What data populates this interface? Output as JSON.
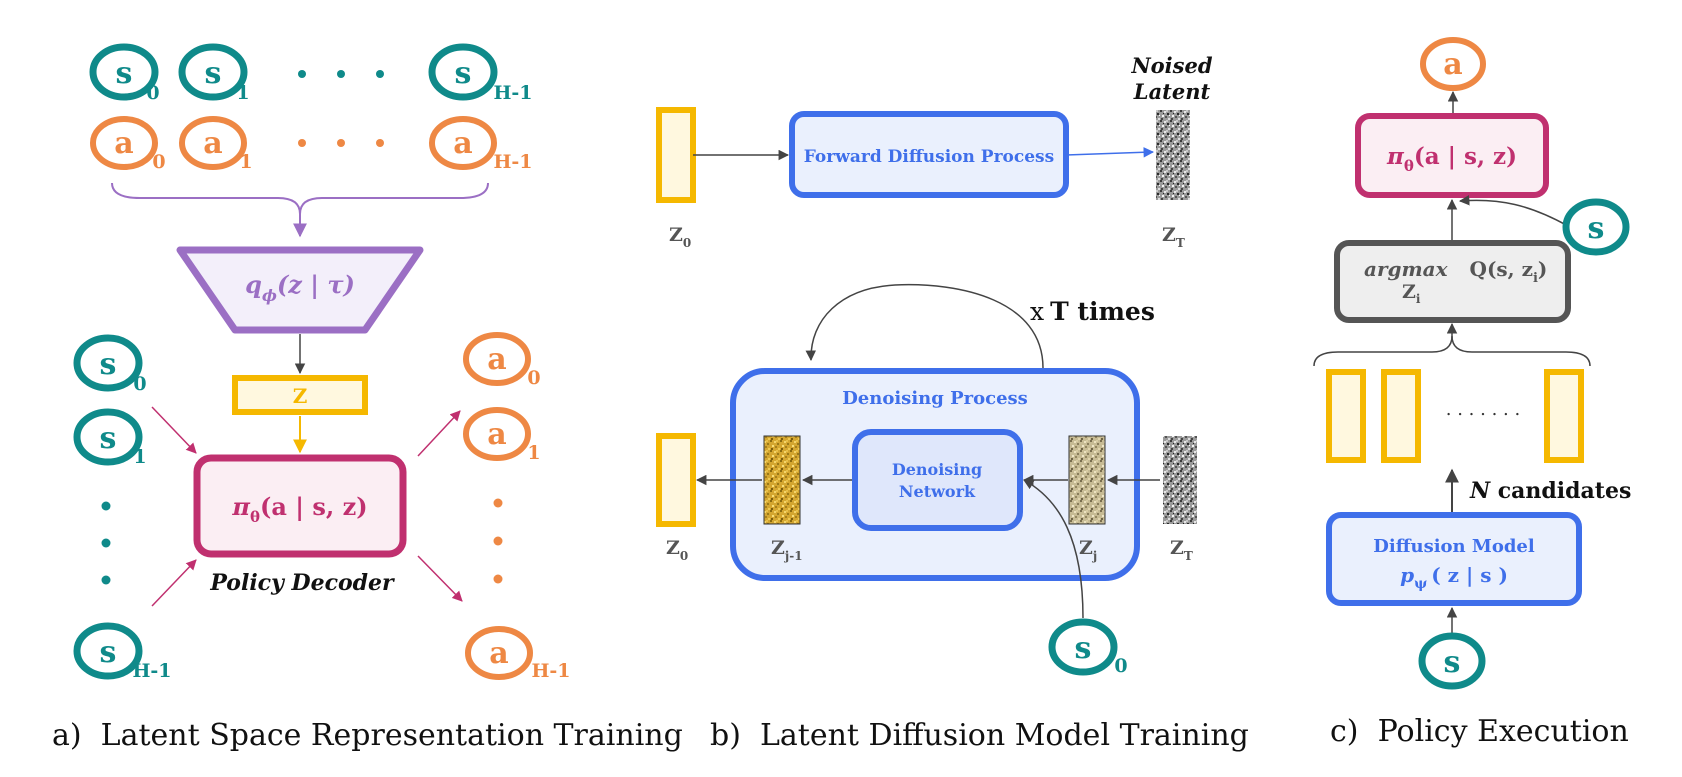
{
  "panel_a": {
    "state_letter": "s",
    "action_letter": "a",
    "sub_0": "0",
    "sub_1": "1",
    "sub_last": "H-1",
    "encoder": {
      "q": "q",
      "phi": "ϕ",
      "args": "(z | τ)"
    },
    "latent": "Z",
    "policy": {
      "pi": "π",
      "theta": "θ",
      "args": "(a | s, z)"
    },
    "decoder_label": "Policy Decoder",
    "caption": "a)  Latent Space Representation Training"
  },
  "panel_b": {
    "noised_latent_line1": "Noised",
    "noised_latent_line2": "Latent",
    "forward_process": "Forward Diffusion Process",
    "z_letter": "Z",
    "sub_0": "0",
    "sub_T": "T",
    "sub_j": "j",
    "sub_j_minus_1": "j-1",
    "repeat_x": "x",
    "repeat_label": "T times",
    "denoising_process": "Denoising Process",
    "denoising_network_line1": "Denoising",
    "denoising_network_line2": "Network",
    "state_letter": "s",
    "state_sub": "0",
    "caption": "b)  Latent Diffusion Model Training"
  },
  "panel_c": {
    "action_letter": "a",
    "policy": {
      "pi": "π",
      "theta": "θ",
      "args": "(a | s, z)"
    },
    "state_letter": "s",
    "argmax": "argmax",
    "q_expr": "Q(s, z",
    "q_sub": "i",
    "q_close": ")",
    "argmax_under": "Z",
    "argmax_under_sub": "i",
    "dots": ". . . . . . .",
    "n_italic": "N",
    "candidates": " candidates",
    "diffusion_title": "Diffusion Model",
    "p": "p",
    "psi": "ψ",
    "p_args": "( z | s )",
    "caption": "c)  Policy Execution"
  },
  "colors": {
    "teal": "#0f8a8a",
    "orange": "#ee8844",
    "purple": "#9b6fc4",
    "magenta": "#c0306f",
    "gold": "#f5b800",
    "blue": "#3f6fea",
    "gray": "#555555"
  }
}
